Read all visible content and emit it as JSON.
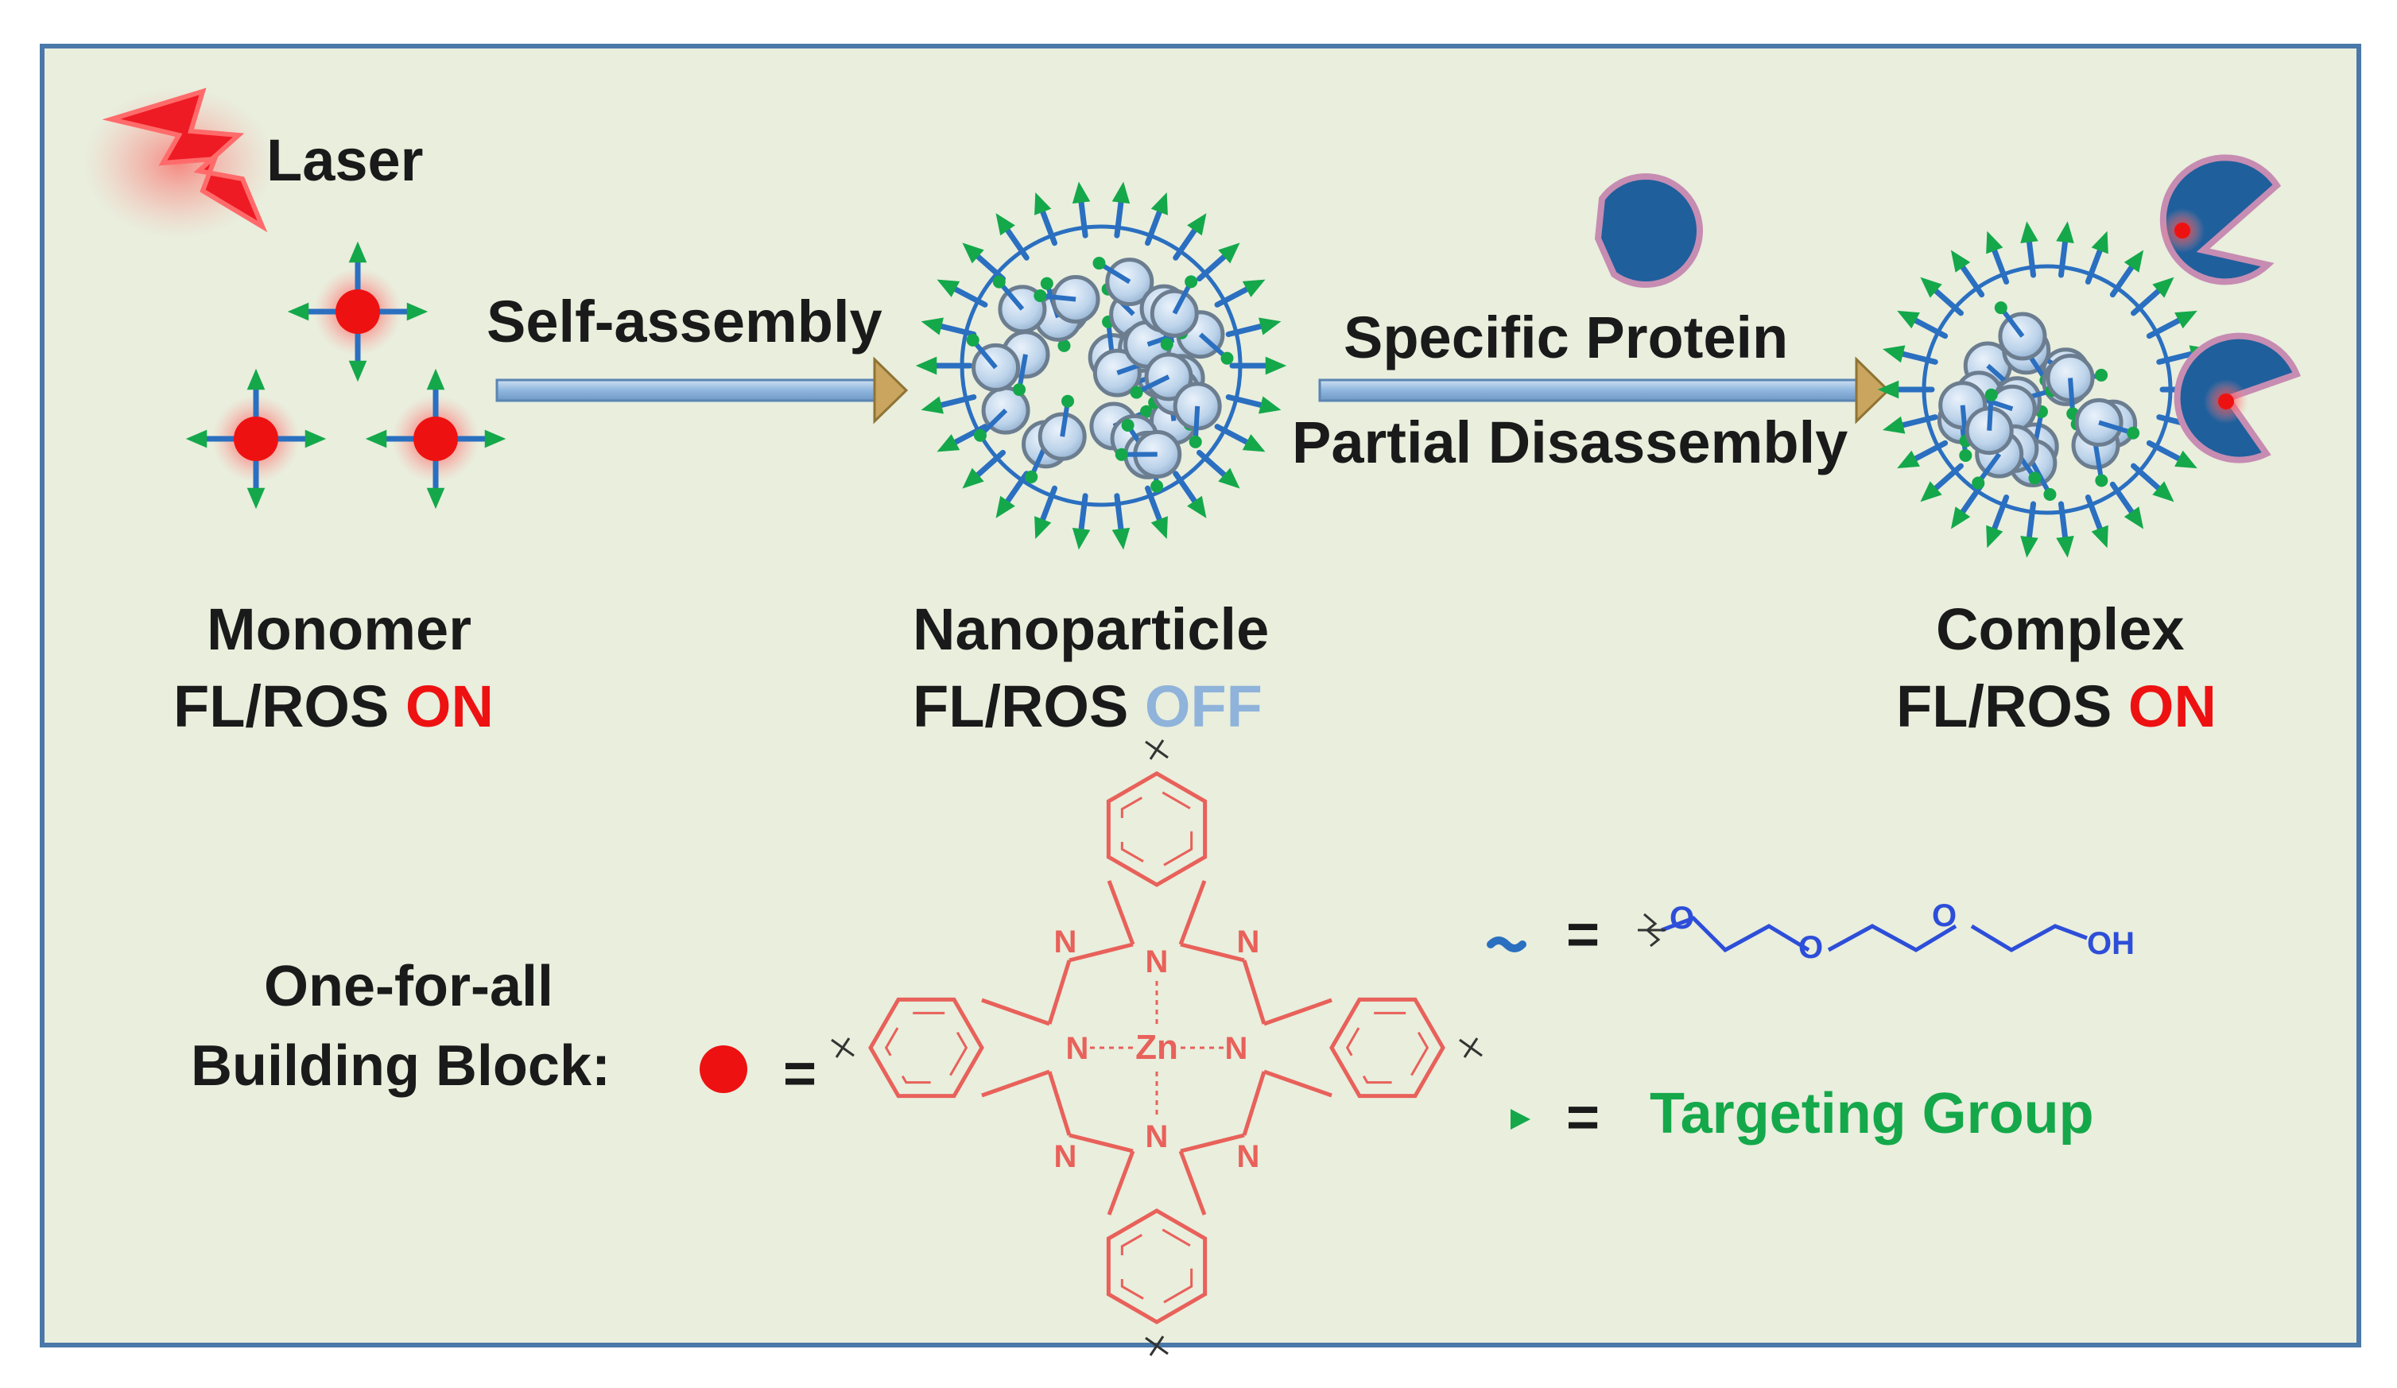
{
  "labels": {
    "laser": "Laser",
    "self_assembly": "Self-assembly",
    "specific_protein": "Specific Protein",
    "partial_disassembly": "Partial Disassembly",
    "monomer": "Monomer",
    "nanoparticle": "Nanoparticle",
    "complex": "Complex",
    "fl_ros": "FL/ROS",
    "state_on": "ON",
    "state_off": "OFF",
    "one_for_all": "One-for-all",
    "building_block": "Building Block:",
    "equals": "=",
    "targeting_group": "Targeting Group"
  },
  "chemistry": {
    "metal": "Zn",
    "nitrogen": "N",
    "oxygen": "O",
    "hydroxyl": "OH"
  },
  "colors": {
    "background": "#e9eedd",
    "frame_border": "#4a78a8",
    "on_red": "#ee1111",
    "off_blue": "#8fb3da",
    "peg_blue": "#2a6fc0",
    "targeting_green": "#14a84a",
    "protein_blue": "#1f5f9c",
    "phthalocyanine_red": "#e8615a"
  }
}
